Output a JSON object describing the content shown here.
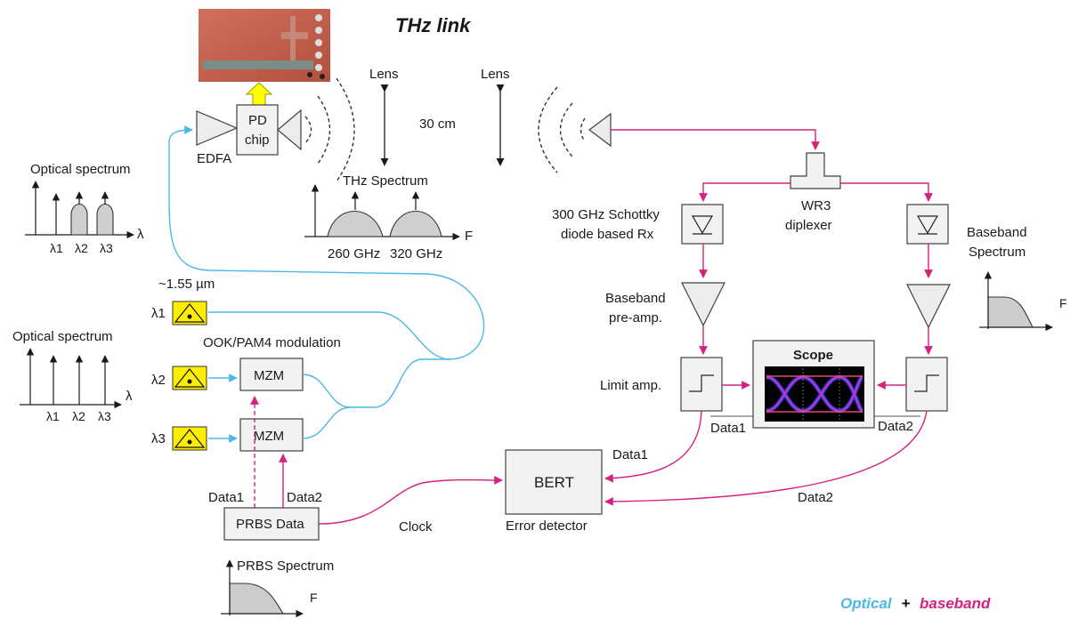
{
  "title": "THz link",
  "labels": {
    "lens_left": "Lens",
    "lens_right": "Lens",
    "distance": "30 cm",
    "pd_chip_line1": "PD",
    "pd_chip_line2": "chip",
    "edfa": "EDFA",
    "thz_spectrum": "THz Spectrum",
    "thz_f": "F",
    "freq_260": "260 GHz",
    "freq_320": "320 GHz",
    "optical_spectrum_top": "Optical spectrum",
    "optical_spectrum_bottom": "Optical spectrum",
    "lambda": "λ",
    "l1": "λ1",
    "l2": "λ2",
    "l3": "λ3",
    "wavelength": "~1.55 µm",
    "modulation": "OOK/PAM4 modulation",
    "mzm1": "MZM",
    "mzm2": "MZM",
    "data1_left": "Data1",
    "data2_left": "Data2",
    "prbs_data": "PRBS Data",
    "clock": "Clock",
    "prbs_spectrum": "PRBS Spectrum",
    "prbs_f": "F",
    "bert": "BERT",
    "error_detector": "Error detector",
    "schottky_line1": "300 GHz Schottky",
    "schottky_line2": "diode based Rx",
    "wr3": "WR3",
    "diplexer": "diplexer",
    "baseband_spectrum_line1": "Baseband",
    "baseband_spectrum_line2": "Spectrum",
    "baseband_f": "F",
    "preamp_line1": "Baseband",
    "preamp_line2": "pre-amp.",
    "limit_amp": "Limit amp.",
    "scope": "Scope",
    "data1_scope": "Data1",
    "data2_scope": "Data2",
    "data1_bert": "Data1",
    "data2_bert": "Data2"
  },
  "legend": {
    "optical": "Optical",
    "plus": "+",
    "baseband": "baseband"
  },
  "colors": {
    "optical": "#4cb8e6",
    "baseband": "#d6217e"
  }
}
